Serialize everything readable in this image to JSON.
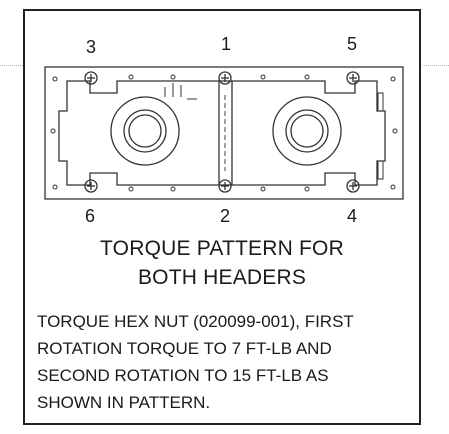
{
  "diagram": {
    "sequence_labels": {
      "top": [
        "3",
        "1",
        "5"
      ],
      "bottom": [
        "6",
        "2",
        "4"
      ]
    },
    "caption": [
      "TORQUE PATTERN FOR",
      "BOTH HEADERS"
    ],
    "instructions": [
      "TORQUE HEX NUT (020099-001), FIRST",
      "ROTATION TORQUE TO 7 FT-LB AND",
      "SECOND ROTATION TO 15 FT-LB AS",
      "SHOWN IN PATTERN."
    ]
  }
}
